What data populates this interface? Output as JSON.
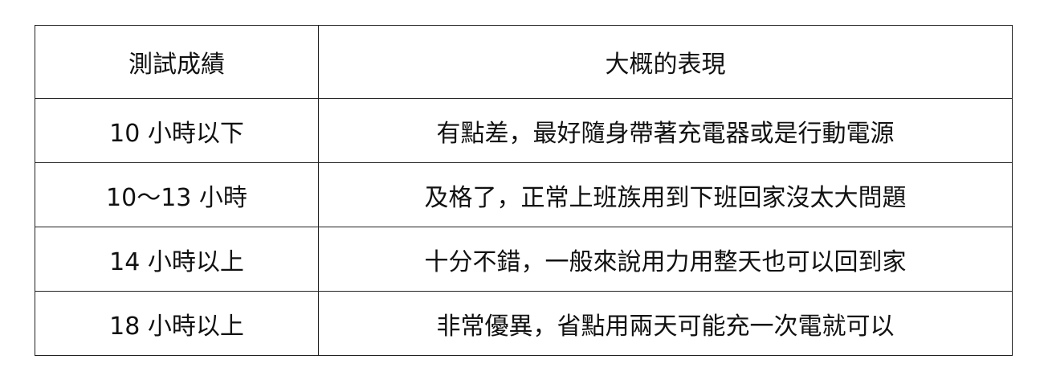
{
  "table": {
    "headers": [
      "測試成績",
      "大概的表現"
    ],
    "rows": [
      [
        "10  小時以下",
        "有點差，最好隨身帶著充電器或是行動電源"
      ],
      [
        "10～13  小時",
        "及格了，正常上班族用到下班回家沒太大問題"
      ],
      [
        "14  小時以上",
        "十分不錯，一般來說用力用整天也可以回到家"
      ],
      [
        "18  小時以上",
        "非常優異，省點用兩天可能充一次電就可以"
      ]
    ]
  }
}
